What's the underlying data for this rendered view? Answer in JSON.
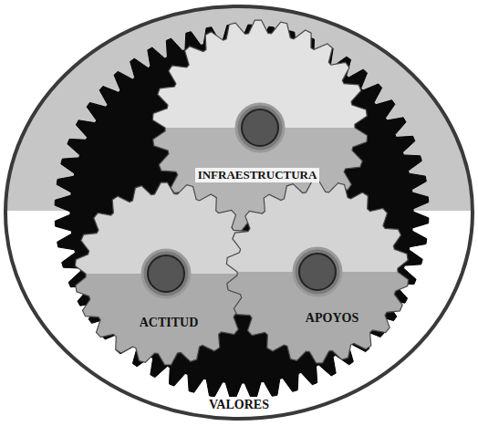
{
  "diagram": {
    "nodes": [
      {
        "text": [
          "VALORES"
        ]
      },
      {
        "text": [
          "INFRAESTRUCTURA"
        ],
        "in": 0
      },
      {
        "text": [
          "ACTITUD"
        ],
        "in": 0
      },
      {
        "text": [
          "APOYOS"
        ],
        "in": 0
      }
    ]
  }
}
